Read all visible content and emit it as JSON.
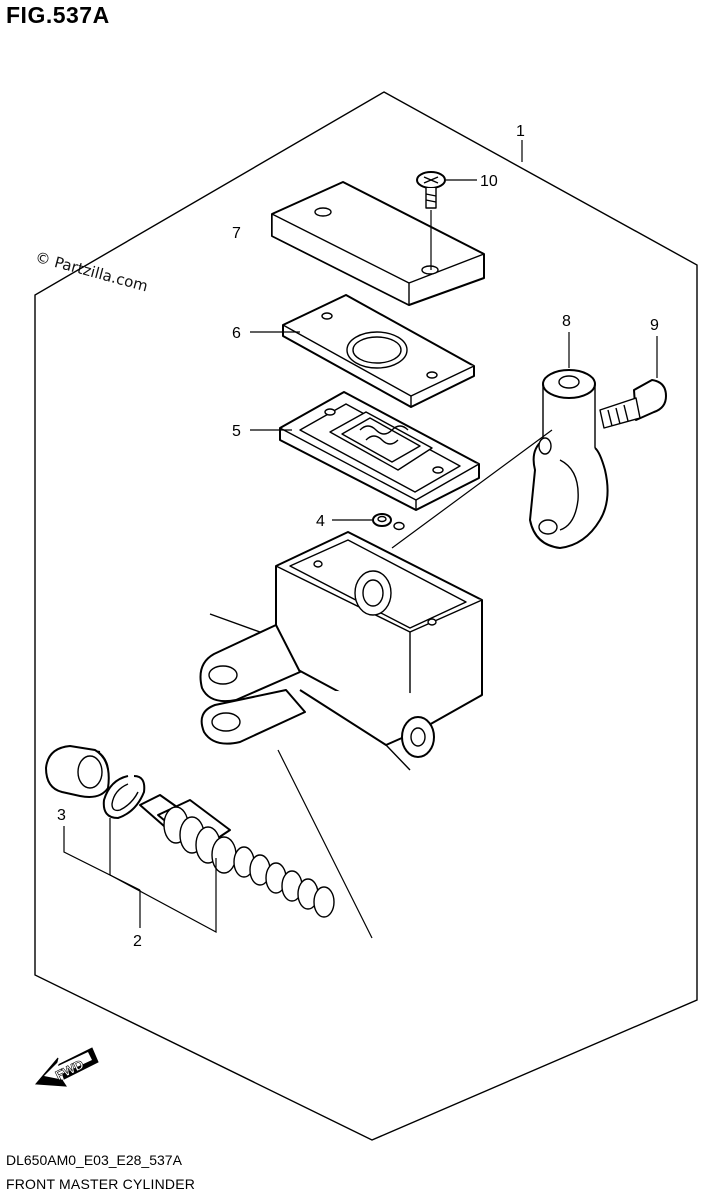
{
  "figure": {
    "title": "FIG.537A",
    "watermark": "© Partzilla.com",
    "footer_code": "DL650AM0_E03_E28_537A",
    "footer_name": "FRONT MASTER CYLINDER",
    "direction_label": "FWD"
  },
  "callouts": [
    {
      "id": "c1",
      "label": "1"
    },
    {
      "id": "c2",
      "label": "2"
    },
    {
      "id": "c3",
      "label": "3"
    },
    {
      "id": "c4",
      "label": "4"
    },
    {
      "id": "c5",
      "label": "5"
    },
    {
      "id": "c6",
      "label": "6"
    },
    {
      "id": "c7",
      "label": "7"
    },
    {
      "id": "c8",
      "label": "8"
    },
    {
      "id": "c9",
      "label": "9"
    },
    {
      "id": "c10",
      "label": "10"
    }
  ]
}
